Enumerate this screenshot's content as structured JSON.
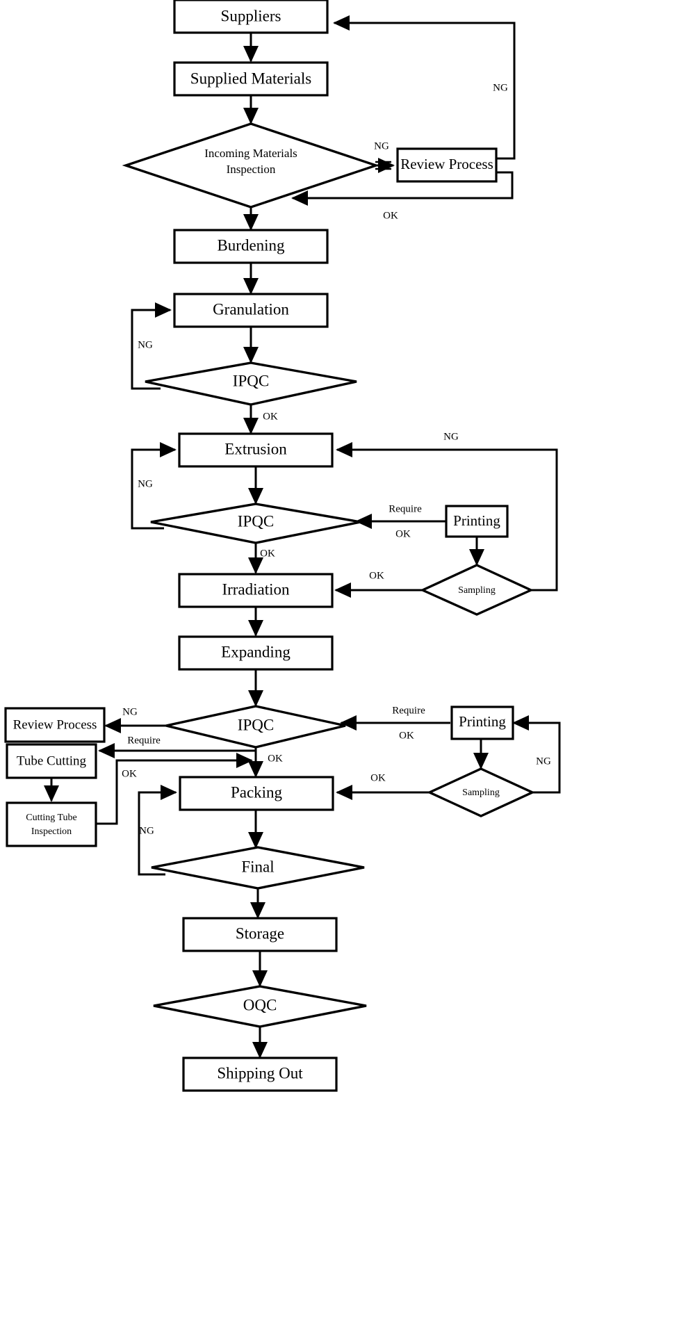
{
  "diagram": {
    "title": "Manufacturing Process Flowchart",
    "type": "flowchart",
    "colors": {
      "background": "#ffffff",
      "stroke": "#000000",
      "fill": "#ffffff"
    },
    "nodes": [
      {
        "id": "suppliers",
        "label": "Suppliers",
        "shape": "rect"
      },
      {
        "id": "supplied-materials",
        "label": "Supplied Materials",
        "shape": "rect"
      },
      {
        "id": "incoming-materials-inspection",
        "label": "Incoming Materials",
        "label2": "Inspection",
        "shape": "diamond"
      },
      {
        "id": "review-process-top",
        "label": "Review Process",
        "shape": "rect"
      },
      {
        "id": "burdening",
        "label": "Burdening",
        "shape": "rect"
      },
      {
        "id": "granulation",
        "label": "Granulation",
        "shape": "rect"
      },
      {
        "id": "ipqc-granulation",
        "label": "IPQC",
        "shape": "diamond"
      },
      {
        "id": "extrusion",
        "label": "Extrusion",
        "shape": "rect"
      },
      {
        "id": "ipqc-extrusion",
        "label": "IPQC",
        "shape": "diamond"
      },
      {
        "id": "printing-upper",
        "label": "Printing",
        "shape": "rect"
      },
      {
        "id": "sampling-upper",
        "label": "Sampling",
        "shape": "diamond"
      },
      {
        "id": "irradiation",
        "label": "Irradiation",
        "shape": "rect"
      },
      {
        "id": "expanding",
        "label": "Expanding",
        "shape": "rect"
      },
      {
        "id": "ipqc-expanding",
        "label": "IPQC",
        "shape": "diamond"
      },
      {
        "id": "review-process-lower",
        "label": "Review Process",
        "shape": "rect"
      },
      {
        "id": "tube-cutting",
        "label": "Tube Cutting",
        "shape": "rect"
      },
      {
        "id": "cutting-tube-inspection",
        "label": "Cutting Tube",
        "label2": "Inspection",
        "shape": "rect"
      },
      {
        "id": "printing-lower",
        "label": "Printing",
        "shape": "rect"
      },
      {
        "id": "sampling-lower",
        "label": "Sampling",
        "shape": "diamond"
      },
      {
        "id": "packing",
        "label": "Packing",
        "shape": "rect"
      },
      {
        "id": "final",
        "label": "Final",
        "shape": "diamond"
      },
      {
        "id": "storage",
        "label": "Storage",
        "shape": "rect"
      },
      {
        "id": "oqc",
        "label": "OQC",
        "shape": "diamond"
      },
      {
        "id": "shipping-out",
        "label": "Shipping Out",
        "shape": "rect"
      }
    ],
    "edge_labels": [
      {
        "id": "ng-incoming-review",
        "text": "NG"
      },
      {
        "id": "ng-review-suppliers",
        "text": "NG"
      },
      {
        "id": "ok-review-incoming",
        "text": "OK"
      },
      {
        "id": "ng-ipqc-granulation",
        "text": "NG"
      },
      {
        "id": "ok-ipqc-granulation",
        "text": "OK"
      },
      {
        "id": "ng-sampling-extrusion",
        "text": "NG"
      },
      {
        "id": "ng-ipqc-extrusion",
        "text": "NG"
      },
      {
        "id": "require-printing-upper",
        "text": "Require"
      },
      {
        "id": "ok-printing-upper",
        "text": "OK"
      },
      {
        "id": "ok-ipqc-extrusion",
        "text": "OK"
      },
      {
        "id": "ok-sampling-upper",
        "text": "OK"
      },
      {
        "id": "ng-ipqc-expanding",
        "text": "NG"
      },
      {
        "id": "require-ipqc-expanding",
        "text": "Require"
      },
      {
        "id": "require-printing-lower",
        "text": "Require"
      },
      {
        "id": "ok-printing-lower",
        "text": "OK"
      },
      {
        "id": "ng-sampling-lower",
        "text": "NG"
      },
      {
        "id": "ok-ipqc-expanding",
        "text": "OK"
      },
      {
        "id": "ok-cutting-tube",
        "text": "OK"
      },
      {
        "id": "ok-sampling-lower",
        "text": "OK"
      },
      {
        "id": "ng-final",
        "text": "NG"
      }
    ],
    "labels": {
      "ng": "NG",
      "ok": "OK",
      "require": "Require"
    }
  }
}
